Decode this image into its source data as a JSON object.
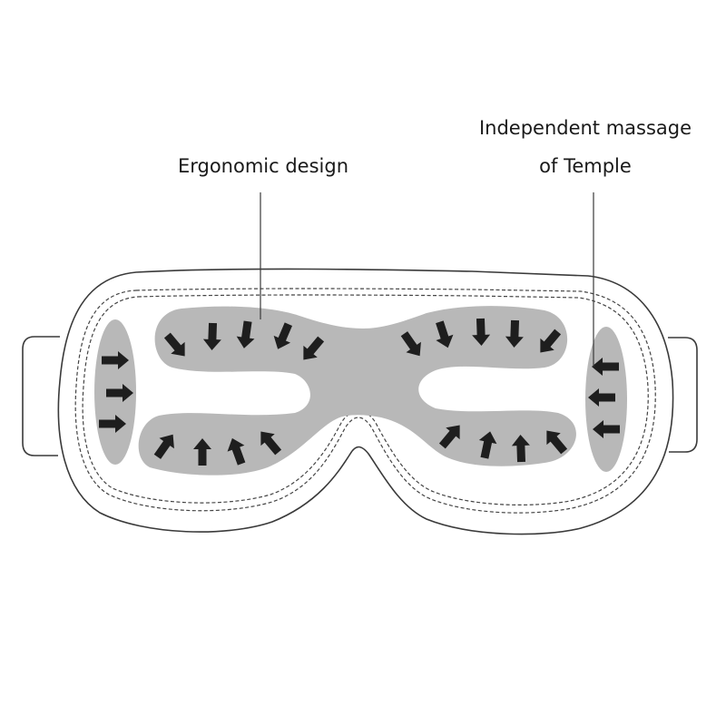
{
  "labels": {
    "ergonomic": "Ergonomic design",
    "temple_line1": "Independent massage",
    "temple_line2": "of Temple"
  },
  "colors": {
    "background": "#ffffff",
    "outline": "#3a3a3a",
    "stitch": "#444444",
    "pad_fill": "#b8b8b8",
    "arrow_fill": "#1e1e1e",
    "text": "#1a1a1a"
  },
  "figure": {
    "subject": "eye-massager-mask",
    "zones": [
      {
        "name": "left-temple-pad",
        "arrows": 3,
        "direction": "inward-right"
      },
      {
        "name": "left-upper-eye-pad",
        "arrows": 5,
        "direction": "downward"
      },
      {
        "name": "left-lower-eye-pad",
        "arrows": 4,
        "direction": "upward"
      },
      {
        "name": "right-upper-eye-pad",
        "arrows": 5,
        "direction": "downward"
      },
      {
        "name": "right-lower-eye-pad",
        "arrows": 4,
        "direction": "upward"
      },
      {
        "name": "right-temple-pad",
        "arrows": 3,
        "direction": "inward-left"
      }
    ]
  }
}
